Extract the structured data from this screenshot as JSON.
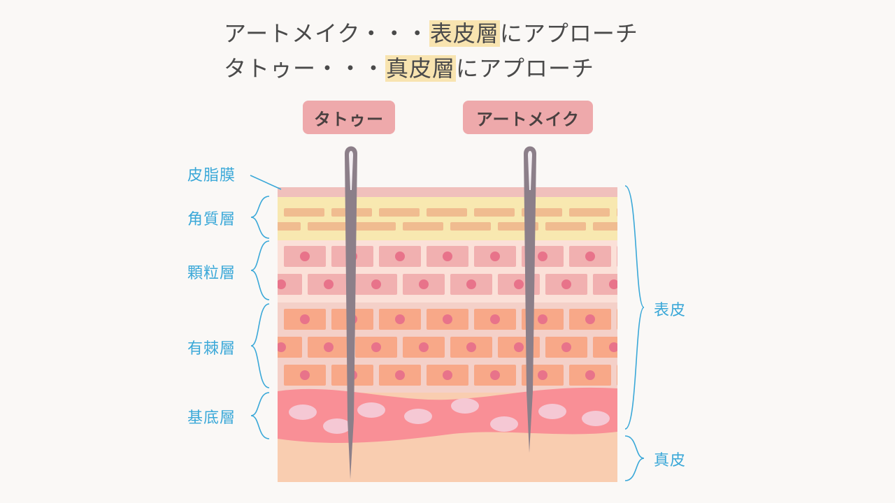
{
  "headline": {
    "line1": {
      "prefix": "アートメイク・・・",
      "highlight": "表皮層",
      "suffix": "にアプローチ"
    },
    "line2": {
      "prefix": "タトゥー・・・",
      "highlight": "真皮層",
      "suffix": "にアプローチ"
    }
  },
  "needles": {
    "tattoo_label": "タトゥー",
    "art_makeup_label": "アートメイク"
  },
  "layers": {
    "sebum": "皮脂膜",
    "corneum": "角質層",
    "granular": "顆粒層",
    "spinous": "有棘層",
    "basal": "基底層"
  },
  "regions": {
    "epidermis": "表皮",
    "dermis": "真皮"
  },
  "colors": {
    "highlight": "#f8e4b0",
    "pill": "#eea9ab",
    "label": "#3aa8d8",
    "sebum": "#f0c0bc",
    "corneum": "#f8e8b0",
    "granular": "#fbe0d8",
    "spinous": "#f4d0c8",
    "basal": "#f98f96",
    "dermis": "#f9cdb0",
    "needle": "#8c7f89"
  }
}
